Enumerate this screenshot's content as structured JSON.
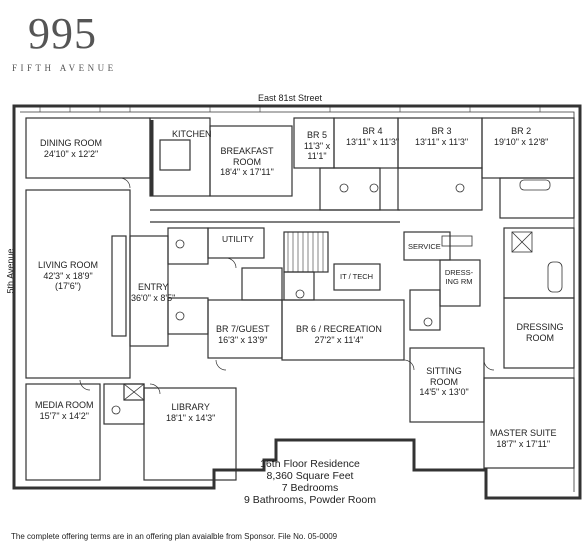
{
  "brand": {
    "number": "995",
    "name": "FIFTH AVENUE"
  },
  "streets": {
    "north": "East 81st Street",
    "west": "5th Avenue"
  },
  "rooms": {
    "dining": {
      "name": "DINING ROOM",
      "dims": "24'10\" x 12'2\""
    },
    "kitchen": {
      "name": "KITCHEN"
    },
    "breakfast": {
      "name": "BREAKFAST ROOM",
      "dims": "18'4\" x 17'11\""
    },
    "br5": {
      "name": "BR 5",
      "dims": "11'3\" x 11'1\""
    },
    "br4": {
      "name": "BR 4",
      "dims": "13'11\" x 11'3\""
    },
    "br3": {
      "name": "BR 3",
      "dims": "13'11\" x 11'3\""
    },
    "br2": {
      "name": "BR 2",
      "dims": "19'10\" x 12'8\""
    },
    "living": {
      "name": "LIVING ROOM",
      "dims": "42'3\" x 18'9\"",
      "dims2": "(17'6\")"
    },
    "entry": {
      "name": "ENTRY",
      "dims": "36'0\" x 8'5\""
    },
    "utility": {
      "name": "UTILITY"
    },
    "ittech": {
      "name": "IT / TECH"
    },
    "service": {
      "name": "SERVICE"
    },
    "dressingrm": {
      "name": "DRESS- ING RM"
    },
    "br7": {
      "name": "BR 7/GUEST",
      "dims": "16'3\" x 13'9\""
    },
    "br6": {
      "name": "BR 6 / RECREATION",
      "dims": "27'2\" x 11'4\""
    },
    "dressing": {
      "name": "DRESSING ROOM"
    },
    "sitting": {
      "name": "SITTING ROOM",
      "dims": "14'5\" x 13'0\""
    },
    "media": {
      "name": "MEDIA ROOM",
      "dims": "15'7\" x 14'2\""
    },
    "library": {
      "name": "LIBRARY",
      "dims": "18'1\" x 14'3\""
    },
    "master": {
      "name": "MASTER SUITE",
      "dims": "18'7\" x 17'11\""
    }
  },
  "summary": {
    "line1": "16th Floor Residence",
    "line2": "8,360 Square Feet",
    "line3": "7 Bedrooms",
    "line4": "9 Bathrooms, Powder Room"
  },
  "footer": "The complete offering terms are in an offering plan avaialble from Sponsor. File No. 05-0009"
}
